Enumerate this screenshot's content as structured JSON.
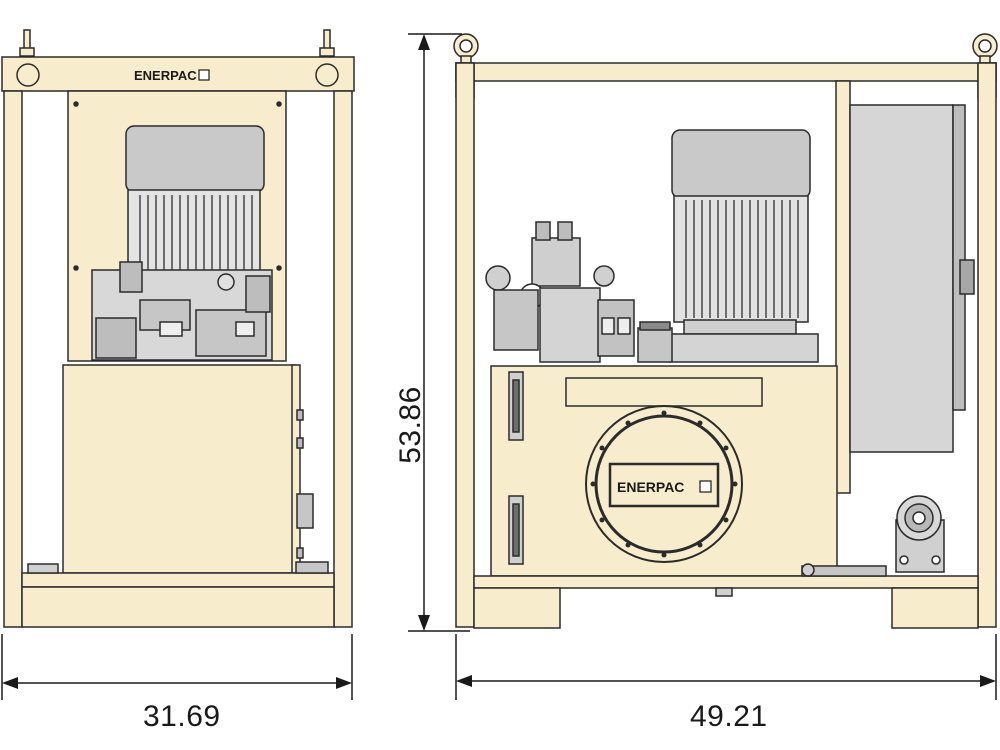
{
  "brand": {
    "name": "ENERPAC",
    "logo_mark": "logo-square-icon"
  },
  "dimensions": {
    "front_width": "31.69",
    "side_width": "49.21",
    "height": "53.86"
  },
  "colors": {
    "frame": "#f7eccb",
    "outline": "#2b2b2b",
    "motor": "#c9c9c9",
    "fins": "#8a8a8a",
    "panel": "#d6d6d6",
    "tank": "#f7eccb"
  }
}
